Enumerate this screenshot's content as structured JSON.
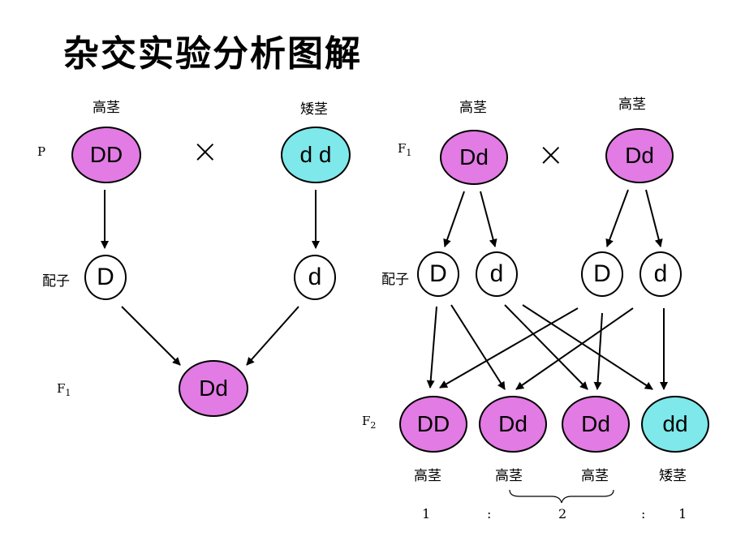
{
  "title": "杂交实验分析图解",
  "left": {
    "p_label": "P",
    "parent1_phenotype": "高茎",
    "parent1_genotype": "DD",
    "parent2_phenotype": "矮茎",
    "parent2_genotype": "d d",
    "cross_symbol": "×",
    "gamete_label": "配子",
    "gamete1": "D",
    "gamete2": "d",
    "f1_label": "F",
    "f1_sub": "1",
    "f1_genotype": "Dd"
  },
  "right": {
    "f1_label": "F",
    "f1_sub": "1",
    "parent1_phenotype": "高茎",
    "parent1_genotype": "Dd",
    "parent2_phenotype": "高茎",
    "parent2_genotype": "Dd",
    "cross_symbol": "×",
    "gamete_label": "配子",
    "gametes": [
      "D",
      "d",
      "D",
      "d"
    ],
    "f2_label": "F",
    "f2_sub": "2",
    "offspring": [
      {
        "genotype": "DD",
        "phenotype": "高茎"
      },
      {
        "genotype": "Dd",
        "phenotype": "高茎"
      },
      {
        "genotype": "Dd",
        "phenotype": "高茎"
      },
      {
        "genotype": "dd",
        "phenotype": "矮茎"
      }
    ],
    "ratio": [
      "1",
      ":",
      "2",
      ":",
      "1"
    ]
  },
  "colors": {
    "dominant_fill": "#e27be3",
    "recessive_fill": "#7ee8ea"
  }
}
